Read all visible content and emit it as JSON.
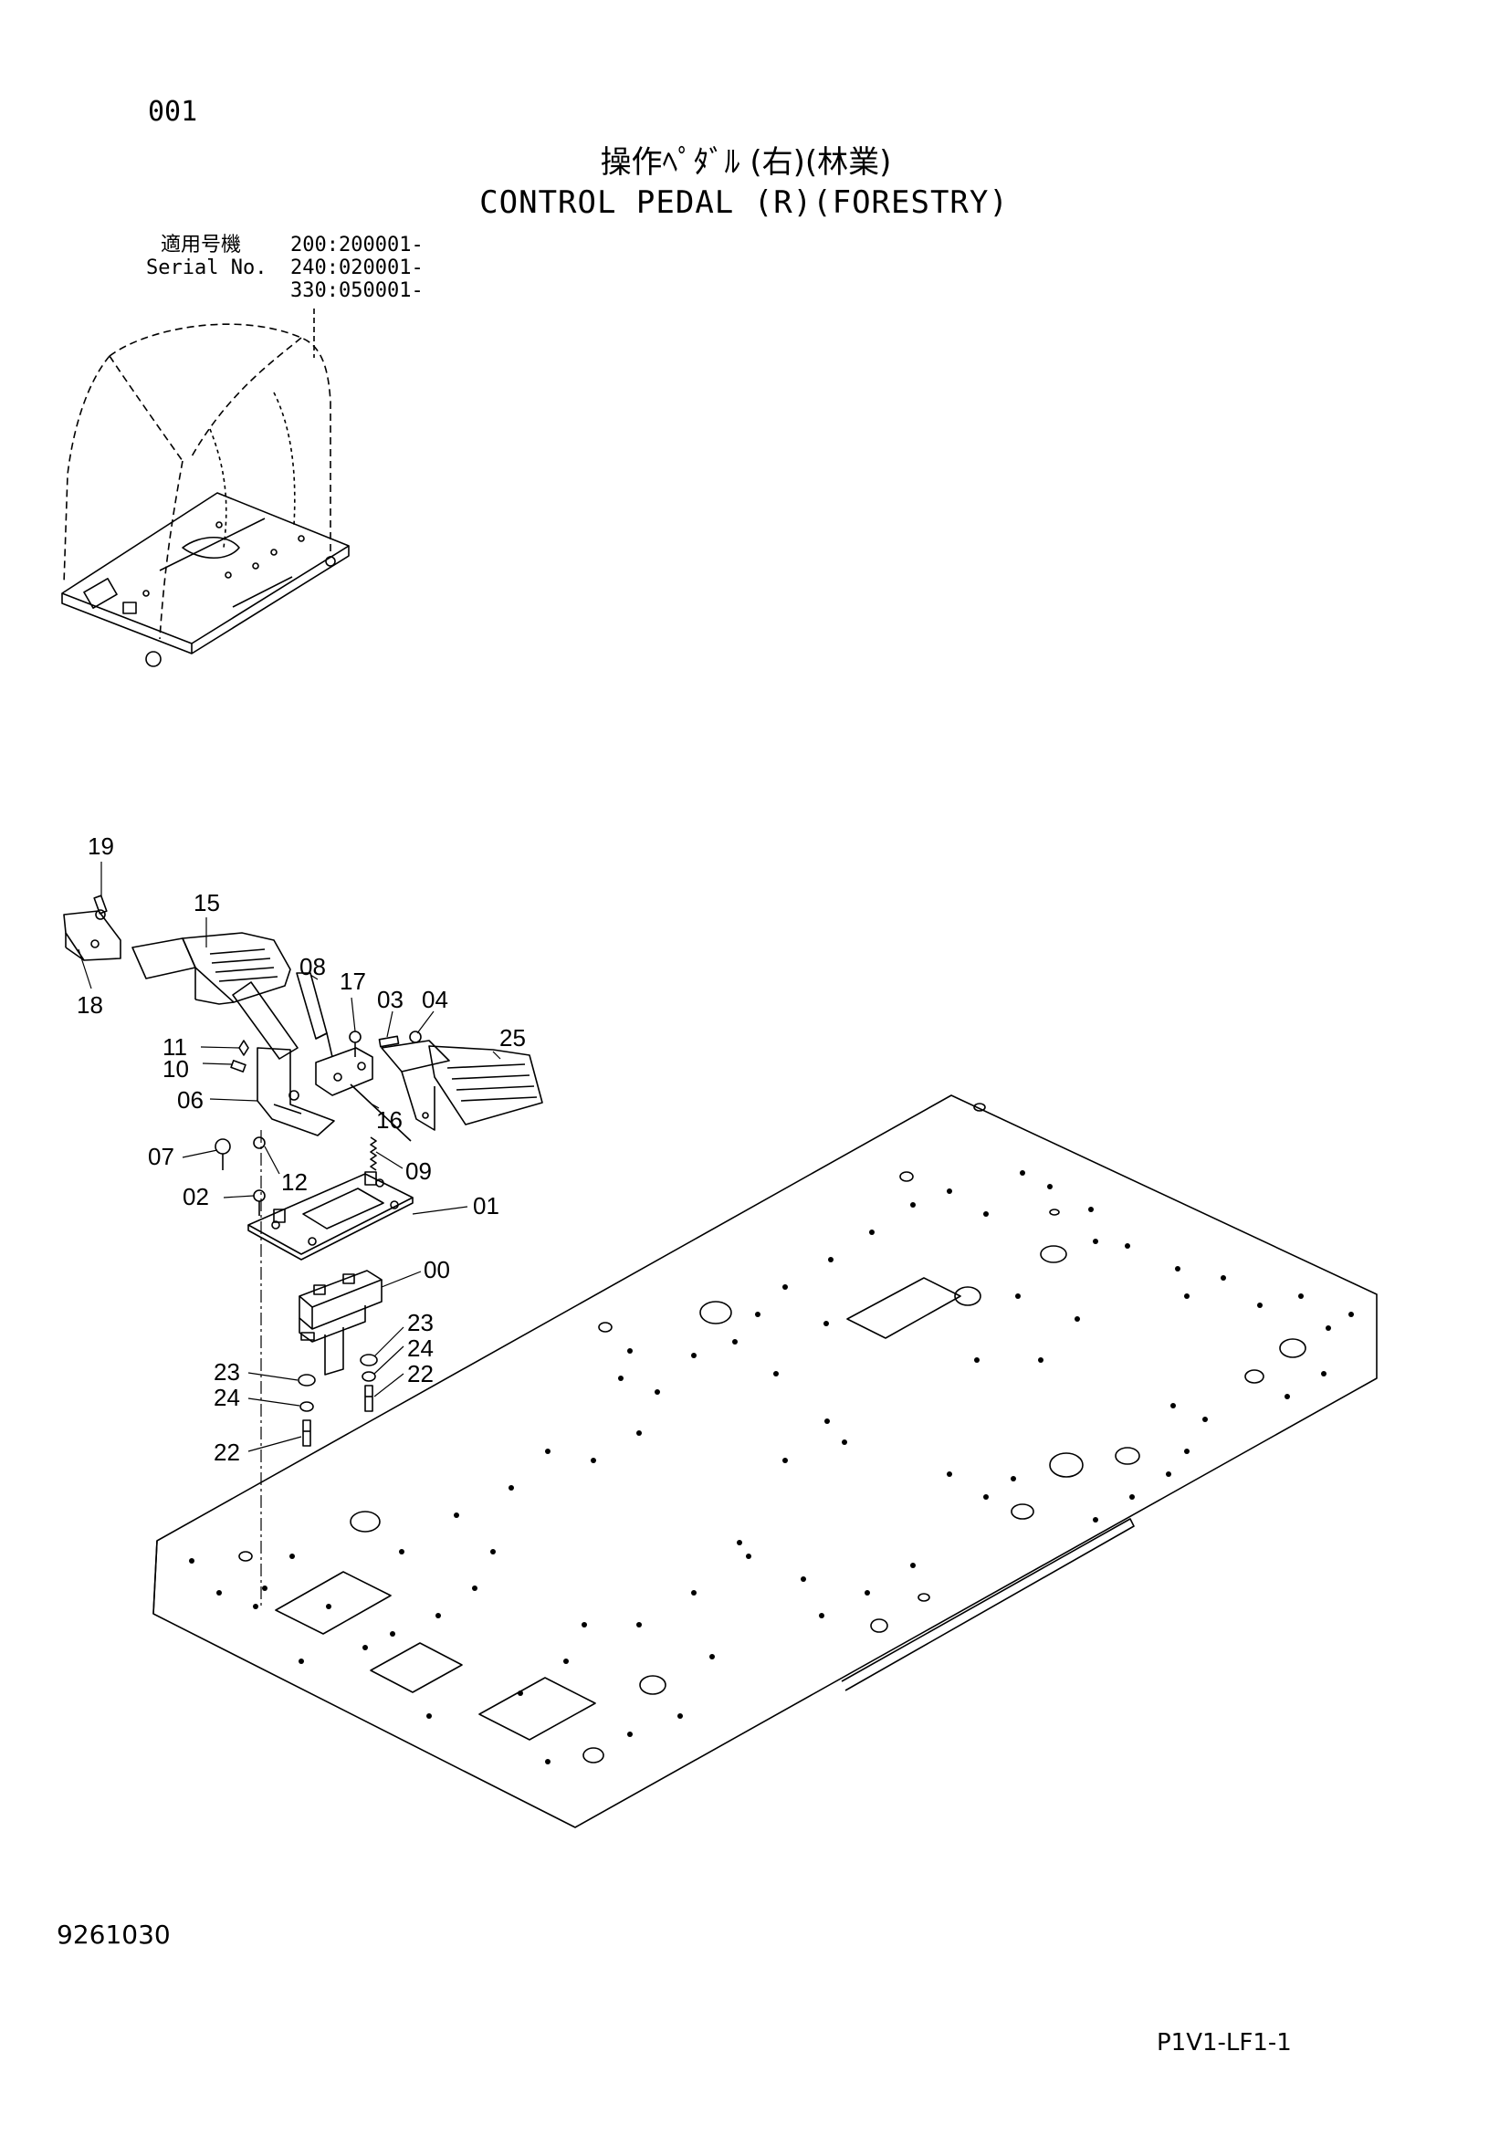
{
  "header": {
    "page_number": "001",
    "title_jp": "操作ﾍﾟﾀﾞﾙ (右)(林業)",
    "title_en": "CONTROL PEDAL (R)(FORESTRY)"
  },
  "serial": {
    "label_jp": "適用号機",
    "label_en": "Serial No.",
    "ranges": [
      "200:200001-",
      "240:020001-",
      "330:050001-"
    ]
  },
  "callouts": {
    "c19": "19",
    "c15": "15",
    "c18": "18",
    "c08": "08",
    "c17": "17",
    "c03": "03",
    "c04": "04",
    "c25": "25",
    "c11": "11",
    "c10": "10",
    "c06": "06",
    "c16": "16",
    "c07": "07",
    "c12": "12",
    "c09": "09",
    "c02": "02",
    "c01": "01",
    "c00": "00",
    "c23a": "23",
    "c24a": "24",
    "c22a": "22",
    "c23b": "23",
    "c24b": "24",
    "c22b": "22"
  },
  "footer": {
    "drawing_number": "9261030",
    "page_code": "P1V1-LF1-1"
  }
}
